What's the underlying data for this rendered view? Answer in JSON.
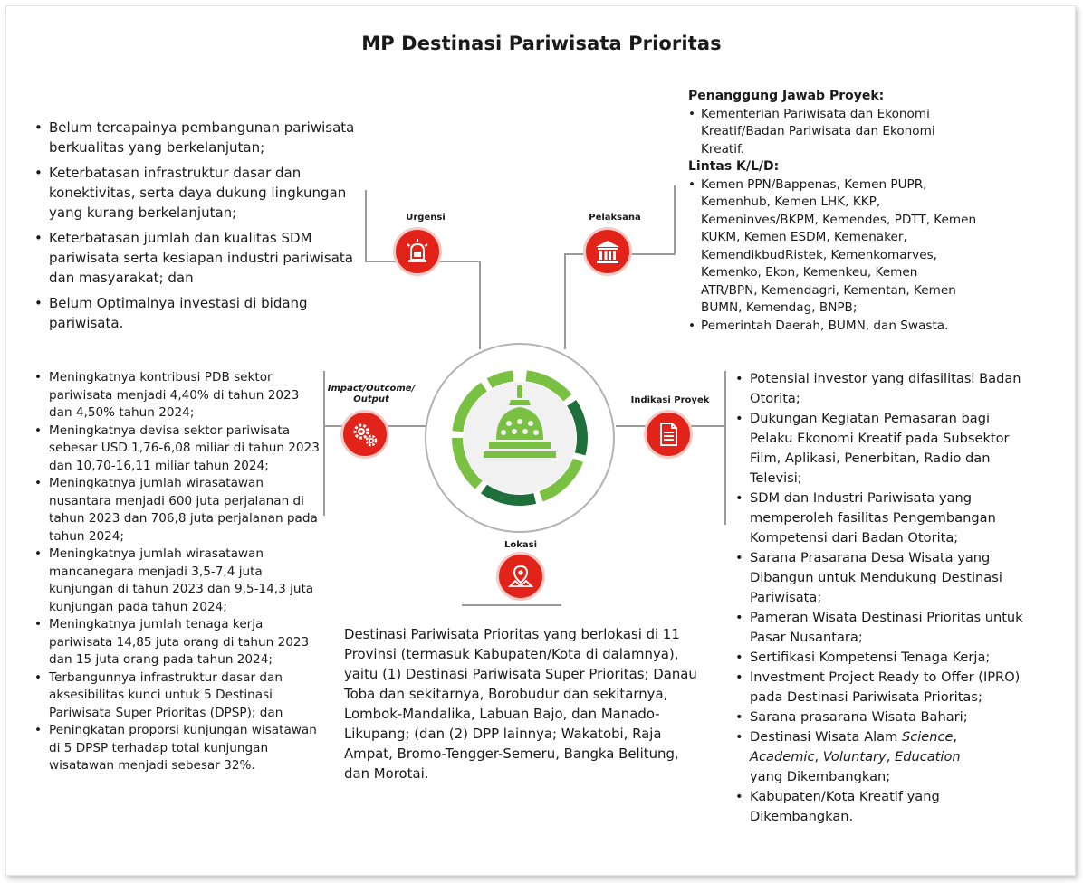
{
  "title": "MP Destinasi Pariwisata Prioritas",
  "colors": {
    "accent_red": "#e2231a",
    "green_dark": "#1f6f3a",
    "green_light": "#7ac143",
    "line_gray": "#9a9a9a"
  },
  "center_icon": "temple-stupa-icon",
  "sections": {
    "urgensi": {
      "label": "Urgensi",
      "icon": "alarm-siren-icon",
      "items": [
        "Belum tercapainya pembangunan pariwisata berkualitas yang berkelanjutan;",
        "Keterbatasan infrastruktur dasar dan konektivitas, serta daya dukung lingkungan yang kurang berkelanjutan;",
        "Keterbatasan jumlah dan kualitas SDM pariwisata serta kesiapan industri pariwisata dan masyarakat; dan",
        "Belum Optimalnya investasi di bidang pariwisata."
      ]
    },
    "pelaksana": {
      "label": "Pelaksana",
      "icon": "institution-building-icon",
      "heading1": "Penanggung Jawab Proyek:",
      "items1": [
        "Kementerian Pariwisata dan Ekonomi Kreatif/Badan Pariwisata dan Ekonomi Kreatif."
      ],
      "heading2": "Lintas K/L/D:",
      "items2": [
        "Kemen PPN/Bappenas, Kemen PUPR, Kemenhub, Kemen LHK, KKP, Kemeninves/BKPM, Kemendes, PDTT, Kemen KUKM, Kemen ESDM, Kemenaker, KemendikbudRistek, Kemenkomarves, Kemenko, Ekon, Kemenkeu, Kemen ATR/BPN, Kemendagri, Kementan, Kemen BUMN, Kemendag, BNPB;",
        "Pemerintah Daerah, BUMN, dan Swasta."
      ]
    },
    "impact": {
      "label": "Impact/Outcome/ Output",
      "icon": "gears-icon",
      "items": [
        "Meningkatnya kontribusi PDB sektor pariwisata menjadi 4,40% di tahun 2023 dan 4,50% tahun 2024;",
        "Meningkatnya devisa sektor pariwisata sebesar USD 1,76-6,08 miliar di tahun 2023 dan 10,70-16,11 miliar tahun 2024;",
        "Meningkatnya jumlah wirasatawan nusantara menjadi 600 juta perjalanan di tahun 2023 dan 706,8 juta perjalanan pada tahun 2024;",
        "Meningkatnya jumlah wirasatawan mancanegara menjadi 3,5-7,4 juta kunjungan di tahun 2023 dan 9,5-14,3 juta kunjungan pada tahun 2024;",
        "Meningkatnya jumlah tenaga kerja pariwisata 14,85 juta orang di tahun 2023 dan 15 juta orang pada tahun 2024;",
        "Terbangunnya infrastruktur dasar dan aksesibilitas kunci untuk 5 Destinasi Pariwisata Super Prioritas (DPSP); dan",
        "Peningkatan proporsi kunjungan wisatawan di 5 DPSP terhadap total kunjungan wisatawan menjadi sebesar 32%."
      ]
    },
    "indikasi": {
      "label": "Indikasi Proyek",
      "icon": "document-icon",
      "items": [
        "Potensial investor yang difasilitasi Badan Otorita;",
        "Dukungan Kegiatan Pemasaran bagi Pelaku Ekonomi Kreatif pada Subsektor Film, Aplikasi, Penerbitan, Radio dan Televisi;",
        "SDM dan Industri Pariwisata yang memperoleh fasilitas Pengembangan Kompetensi dari Badan Otorita;",
        "Sarana Prasarana Desa Wisata yang Dibangun untuk Mendukung Destinasi Pariwisata;",
        "Pameran Wisata Destinasi Prioritas untuk Pasar Nusantara;",
        "Sertifikasi Kompetensi Tenaga Kerja;",
        "Investment Project Ready to Offer (IPRO)",
        "Sarana prasarana Wisata Bahari;",
        "Kabupaten/Kota Kreatif yang Dikembangkan."
      ],
      "ipro_cont": "pada Destinasi Pariwisata Prioritas;",
      "alam_prefix": "Destinasi Wisata Alam ",
      "alam_terms": [
        "Science",
        "Academic",
        "Voluntary",
        "Education"
      ],
      "alam_sep": ", ",
      "alam_suffix": "yang Dikembangkan;"
    },
    "lokasi": {
      "label": "Lokasi",
      "icon": "map-pin-icon",
      "text": "Destinasi Pariwisata Prioritas yang berlokasi di 11 Provinsi (termasuk Kabupaten/Kota di dalamnya), yaitu (1) Destinasi Pariwisata Super Prioritas; Danau Toba dan sekitarnya, Borobudur dan sekitarnya, Lombok-Mandalika, Labuan Bajo, dan Manado-Likupang; (dan (2) DPP lainnya; Wakatobi, Raja Ampat, Bromo-Tengger-Semeru, Bangka Belitung, dan Morotai."
    }
  }
}
